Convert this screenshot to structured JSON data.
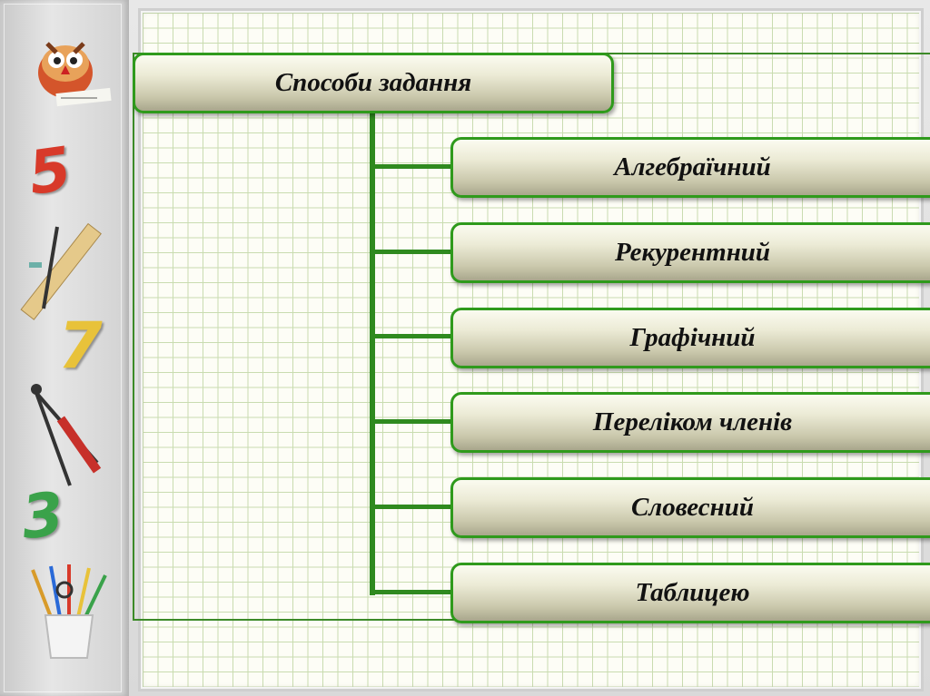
{
  "diagram": {
    "root": "Способи задання",
    "children": [
      "Алгебраїчний",
      "Рекурентний",
      "Графічний",
      "Переліком членів",
      "Словесний",
      "Таблицею"
    ]
  },
  "decor": {
    "digits": [
      "5",
      "7",
      "3"
    ],
    "icons": [
      "owl-icon",
      "ruler-pencil-icon",
      "compass-icon",
      "pencil-cup-icon"
    ],
    "colors": {
      "accent_green": "#2f9a1c",
      "digit5": "#d83a2a",
      "digit7": "#e8c23a",
      "digit3": "#3aa24a"
    }
  }
}
